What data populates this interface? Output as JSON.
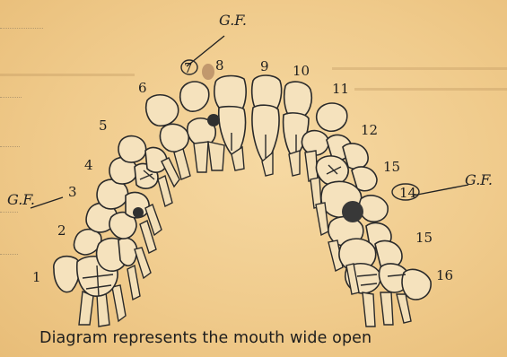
{
  "teeth_labels": {
    "n1": "1",
    "n2": "2",
    "n3": "3",
    "n4": "4",
    "n5": "5",
    "n6": "6",
    "n7": "7",
    "n8": "8",
    "n9": "9",
    "n10": "10",
    "n11": "11",
    "n12": "12",
    "n13": "15",
    "n14": "14",
    "n15": "15",
    "n16": "16"
  },
  "annotations": {
    "gf_top": "G.F.",
    "gf_left": "G.F.",
    "gf_right": "G.F."
  },
  "caption": "Diagram represents the mouth wide open",
  "colors": {
    "paper": "#f1cc8e",
    "ink": "#2a2a2a",
    "filling": "#3a3a3a"
  }
}
